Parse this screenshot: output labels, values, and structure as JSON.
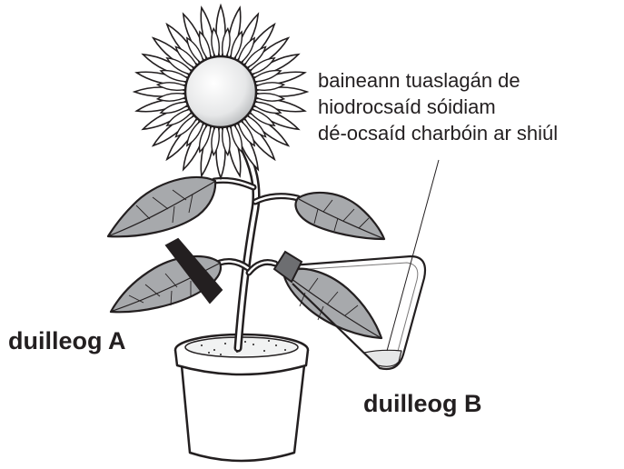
{
  "labels": {
    "annotation_lines": [
      "baineann tuaslagán de",
      "hiodrocsaíd sóidiam",
      "dé-ocsaíd charbóin ar shiúl"
    ],
    "leaf_a": "duilleog A",
    "leaf_b": "duilleog B"
  },
  "colors": {
    "ink": "#231f20",
    "leaf_fill": "#a7a9ac",
    "petal_fill": "#ffffff",
    "center_fill": "#e6e7e8",
    "stopper_fill": "#6d6e71",
    "foil_fill": "#231f20"
  }
}
